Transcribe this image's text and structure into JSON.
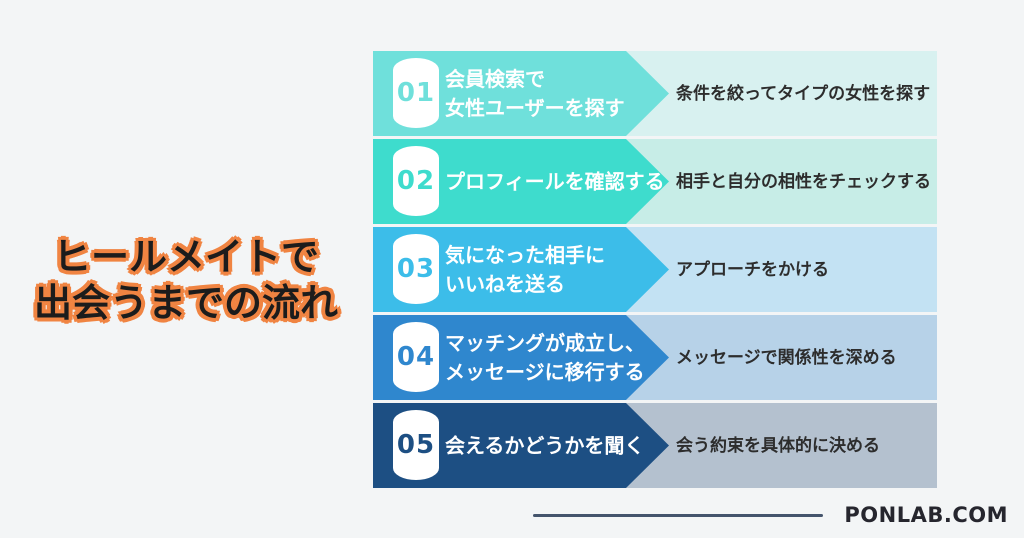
{
  "page": {
    "background": "#F3F5F6"
  },
  "title": {
    "line1": "ヒールメイトで",
    "line2": "出会うまでの流れ",
    "text_color": "#1C1C1C",
    "outline_color": "#F08442"
  },
  "steps": [
    {
      "number": "01",
      "label_lines": [
        "会員検索で",
        "女性ユーザーを探す"
      ],
      "description": "条件を絞ってタイプの女性を探す",
      "arrow_color": "#6FE0DB",
      "panel_color": "#D8F1F0"
    },
    {
      "number": "02",
      "label_lines": [
        "プロフィールを確認する"
      ],
      "description": "相手と自分の相性をチェックする",
      "arrow_color": "#3EDCCD",
      "panel_color": "#C7EDE7"
    },
    {
      "number": "03",
      "label_lines": [
        "気になった相手に",
        "いいねを送る"
      ],
      "description": "アプローチをかける",
      "arrow_color": "#3CBDE9",
      "panel_color": "#C3E2F3"
    },
    {
      "number": "04",
      "label_lines": [
        "マッチングが成立し、",
        "メッセージに移行する"
      ],
      "description": "メッセージで関係性を深める",
      "arrow_color": "#2F87CE",
      "panel_color": "#B7D2E8"
    },
    {
      "number": "05",
      "label_lines": [
        "会えるかどうかを聞く"
      ],
      "description": "会う約束を具体的に決める",
      "arrow_color": "#1D4F83",
      "panel_color": "#B4C1CF"
    }
  ],
  "footer": {
    "brand": "PONLAB.COM",
    "line_color": "#44546C"
  }
}
